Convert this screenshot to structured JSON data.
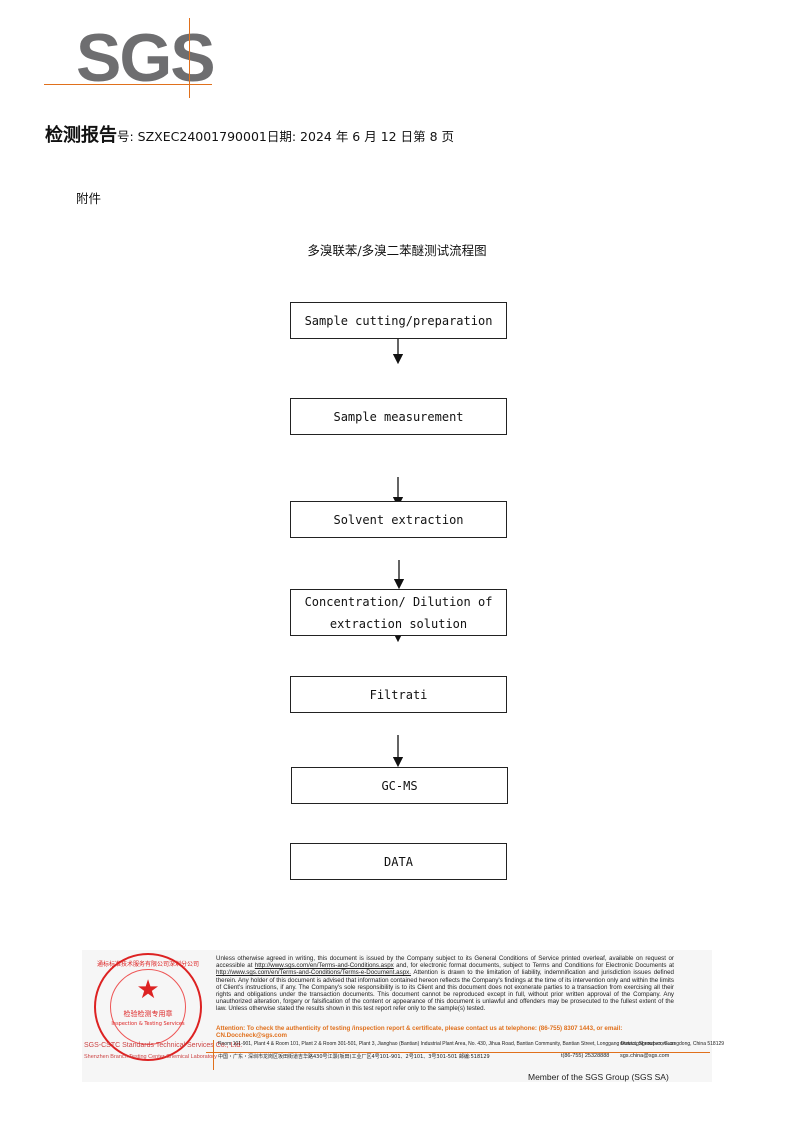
{
  "logo": {
    "text": "SGS",
    "color": "#6e6e70",
    "accent": "#e0701c"
  },
  "header": {
    "title": "检测报告",
    "report_no": "号: SZXEC24001790001",
    "date": "日期: 2024 年 6 月 12 日",
    "page": "第 8 页"
  },
  "attachment_label": "附件",
  "flowchart": {
    "title": "多溴联苯/多溴二苯醚测试流程图",
    "steps": [
      "Sample cutting/preparation",
      "Sample measurement",
      "Solvent extraction",
      "Concentration/ Dilution of",
      "extraction solution",
      "Filtrati",
      "GC-MS",
      "DATA"
    ]
  },
  "footer": {
    "disclaimer_a": "Unless otherwise agreed in writing, this document is issued by the Company subject to its General Conditions of Service printed overleaf, available on request or accessible at",
    "link1": "http://www.sgs.com/en/Terms-and-Conditions.aspx",
    "disclaimer_b": "and, for electronic format documents, subject to Terms and Conditions for Electronic Documents at",
    "link2": "http://www.sgs.com/en/Terms-and-Conditions/Terms-e-Document.aspx.",
    "disclaimer_c": "Attention is drawn to the limitation of liability, indemnification and jurisdiction issues defined therein. Any holder of this document is advised that information contained hereon reflects the Company's findings at the time of its intervention only and within the limits of Client's instructions, if any. The Company's sole responsibility is to its Client and this document does not exonerate parties to a transaction from exercising all their rights and obligations under the transaction documents. This document cannot be reproduced except in full, without prior written approval of the Company. Any unauthorized alteration, forgery or falsification of the content or appearance of this document is unlawful and offenders may be prosecuted to the fullest extent of the law. Unless otherwise stated the results shown in this test report refer only to the sample(s) tested.",
    "attention": "Attention: To check the authenticity of testing /inspection report & certificate, please contact us at telephone: (86-755) 8307 1443, or email: CN.Doccheck@sgs.com",
    "address_en": "Room 101-901, Plant 4 & Room 101, Plant 2 & Room 301-501, Plant 3, Jianghao (Bantian) Industrial Plant Area, No. 430, Jihua Road, Bantian Community, Bantian Street, Longgang District, Shenzhen, Guangdong, China 518129",
    "address_cn": "中国・广东・深圳市龙岗区坂田街道吉华路430号江灏(坂田)工业厂区4号101-901、2号101、3号301-501 邮编:518129",
    "tel": "t(86-755) 25328888",
    "web1": "www.sgsgroup.com.cn",
    "web2": "sgs.china@sgs.com",
    "company_en": "SGS-CSTC Standards Technical Services Co., Ltd.",
    "branch_en": "Shenzhen Branch Testing Center Chemical Laboratory",
    "member": "Member of the SGS Group (SGS SA)",
    "seal_arc": "通标标准技术服务有限公司深圳分公司",
    "seal_text": "检验检测专用章",
    "seal_text_en": "Inspection & Testing Services",
    "seal_color": "#dd2222"
  }
}
